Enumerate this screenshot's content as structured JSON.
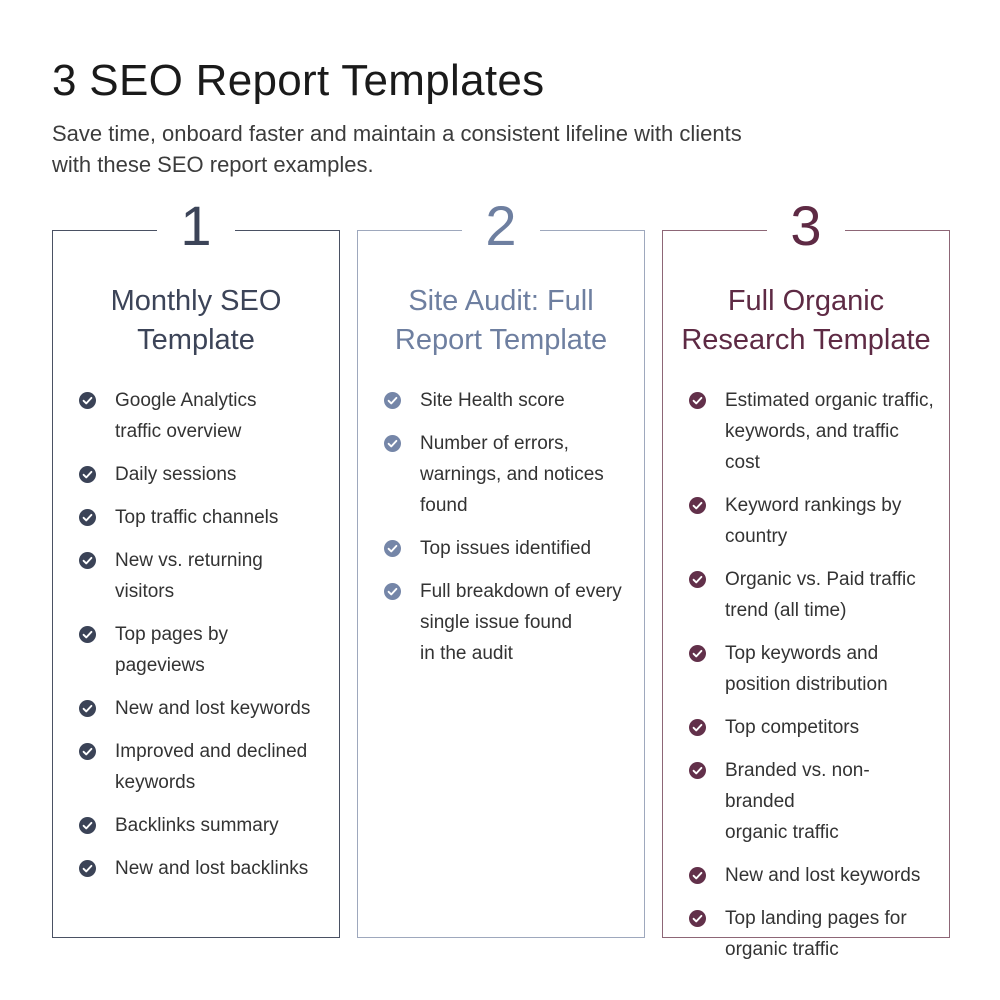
{
  "header": {
    "title": "3 SEO Report Templates",
    "subtitle_line1": "Save time, onboard faster and maintain a consistent lifeline with clients",
    "subtitle_line2": "with these SEO report examples."
  },
  "colors": {
    "card1_accent": "#3c4458",
    "card2_accent": "#6e7fa0",
    "card3_accent": "#5e2a44"
  },
  "cards": [
    {
      "number": "1",
      "title_line1": "Monthly SEO",
      "title_line2": "Template",
      "items": [
        {
          "l1": "Google Analytics",
          "l2": "traffic overview"
        },
        {
          "l1": "Daily sessions"
        },
        {
          "l1": "Top traffic channels"
        },
        {
          "l1": "New vs. returning",
          "l2": "visitors"
        },
        {
          "l1": "Top pages by",
          "l2": "pageviews"
        },
        {
          "l1": "New and lost keywords"
        },
        {
          "l1": "Improved and declined",
          "l2": "keywords"
        },
        {
          "l1": "Backlinks summary"
        },
        {
          "l1": "New and lost backlinks"
        }
      ]
    },
    {
      "number": "2",
      "title_line1": "Site Audit: Full",
      "title_line2": "Report Template",
      "items": [
        {
          "l1": "Site Health score"
        },
        {
          "l1": "Number of errors,",
          "l2": "warnings, and notices",
          "l3": "found"
        },
        {
          "l1": "Top issues identified"
        },
        {
          "l1": "Full breakdown of every",
          "l2": "single issue found",
          "l3": "in the audit"
        }
      ]
    },
    {
      "number": "3",
      "title_line1": "Full Organic",
      "title_line2": "Research Template",
      "items": [
        {
          "l1": "Estimated organic traffic,",
          "l2": "keywords, and traffic cost"
        },
        {
          "l1": "Keyword rankings by",
          "l2": "country"
        },
        {
          "l1": "Organic vs. Paid traffic",
          "l2": "trend (all time)"
        },
        {
          "l1": "Top keywords and",
          "l2": "position distribution"
        },
        {
          "l1": "Top competitors"
        },
        {
          "l1": "Branded vs. non-branded",
          "l2": "organic traffic"
        },
        {
          "l1": "New and lost keywords"
        },
        {
          "l1": "Top landing pages for",
          "l2": "organic traffic"
        }
      ]
    }
  ]
}
